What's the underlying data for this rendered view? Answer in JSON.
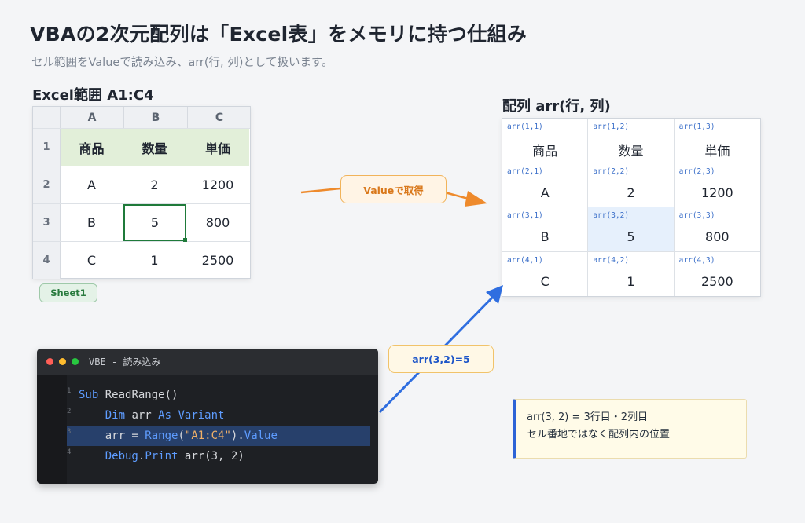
{
  "title": "VBAの2次元配列は「Excel表」をメモリに持つ仕組み",
  "subtitle": "セル範囲をValueで読み込み、arr(行, 列)として扱います。",
  "excel": {
    "label": "Excel範囲 A1:C4",
    "columns": [
      "A",
      "B",
      "C"
    ],
    "rows": [
      {
        "num": "1",
        "cells": [
          "商品",
          "数量",
          "単価"
        ]
      },
      {
        "num": "2",
        "cells": [
          "A",
          "2",
          "1200"
        ]
      },
      {
        "num": "3",
        "cells": [
          "B",
          "5",
          "800"
        ]
      },
      {
        "num": "4",
        "cells": [
          "C",
          "1",
          "2500"
        ]
      }
    ],
    "sheet_tab": "Sheet1"
  },
  "array": {
    "label": "配列 arr(行, 列)",
    "rows": [
      [
        {
          "idx": "arr(1,1)",
          "val": "商品"
        },
        {
          "idx": "arr(1,2)",
          "val": "数量"
        },
        {
          "idx": "arr(1,3)",
          "val": "単価"
        }
      ],
      [
        {
          "idx": "arr(2,1)",
          "val": "A"
        },
        {
          "idx": "arr(2,2)",
          "val": "2"
        },
        {
          "idx": "arr(2,3)",
          "val": "1200"
        }
      ],
      [
        {
          "idx": "arr(3,1)",
          "val": "B"
        },
        {
          "idx": "arr(3,2)",
          "val": "5"
        },
        {
          "idx": "arr(3,3)",
          "val": "800"
        }
      ],
      [
        {
          "idx": "arr(4,1)",
          "val": "C"
        },
        {
          "idx": "arr(4,2)",
          "val": "1"
        },
        {
          "idx": "arr(4,3)",
          "val": "2500"
        }
      ]
    ]
  },
  "arrows": {
    "value_label": "Valueで取得",
    "access_label": "arr(3,2)=5"
  },
  "vbe": {
    "title": "VBE - 読み込み",
    "lines": [
      {
        "num": "1",
        "parts": [
          [
            "kw",
            "Sub"
          ],
          [
            "",
            " ReadRange()"
          ]
        ]
      },
      {
        "num": "2",
        "parts": [
          [
            "",
            "    "
          ],
          [
            "kw",
            "Dim"
          ],
          [
            "",
            " arr "
          ],
          [
            "kw",
            "As"
          ],
          [
            "",
            " "
          ],
          [
            "kw",
            "Variant"
          ]
        ]
      },
      {
        "num": "3",
        "parts": [
          [
            "",
            "    arr = "
          ],
          [
            "fn",
            "Range"
          ],
          [
            "",
            "("
          ],
          [
            "str",
            "\"A1:C4\""
          ],
          [
            "",
            ")."
          ],
          [
            "fn",
            "Value"
          ]
        ]
      },
      {
        "num": "4",
        "parts": [
          [
            "",
            "    "
          ],
          [
            "fn",
            "Debug"
          ],
          [
            "",
            "."
          ],
          [
            "fn",
            "Print"
          ],
          [
            "",
            " arr(3, 2)"
          ]
        ]
      }
    ]
  },
  "note": {
    "line1": "arr(3, 2) = 3行目・2列目",
    "line2": "セル番地ではなく配列内の位置"
  },
  "colors": {
    "orange_arrow": "#ee8a2c",
    "blue_arrow": "#2f6ee0",
    "excel_green": "#1f7a3a"
  }
}
